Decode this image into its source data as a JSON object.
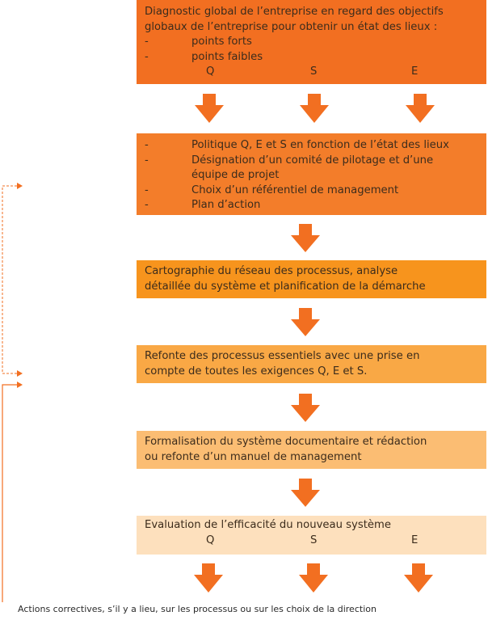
{
  "box1": {
    "lines": [
      "Diagnostic global de l’entreprise en regard des objectifs",
      "globaux de l’entreprise pour obtenir un état des lieux :"
    ],
    "bullets": [
      "points forts",
      "points faibles"
    ],
    "dash": "-",
    "letters": [
      "Q",
      "S",
      "E"
    ]
  },
  "box2": {
    "dash": "-",
    "bullets": [
      [
        "Politique Q, E et S en fonction de l’état des lieux"
      ],
      [
        "Désignation d’un comité de pilotage et d’une",
        "équipe de projet"
      ],
      [
        "Choix d’un référentiel de management"
      ],
      [
        "Plan d’action"
      ]
    ]
  },
  "box3": {
    "lines": [
      "Cartographie du réseau des processus, analyse",
      "détaillée du système et planification de la démarche"
    ]
  },
  "box4": {
    "lines": [
      "Refonte des processus essentiels avec une prise en",
      "compte de toutes les exigences Q, E et S."
    ]
  },
  "box5": {
    "lines": [
      "Formalisation du système documentaire et rédaction",
      "ou refonte d’un manuel de management"
    ]
  },
  "box6": {
    "lines": [
      "Evaluation de l’efficacité du nouveau système"
    ],
    "letters": [
      "Q",
      "S",
      "E"
    ]
  },
  "caption": "Actions correctives, s’il y a lieu, sur les processus ou sur les choix de la direction",
  "colors": {
    "box1": "#f26f21",
    "box2": "#f37d2a",
    "box3": "#f7941d",
    "box4": "#f9a845",
    "box5": "#fbbd73",
    "box6": "#fde0bd",
    "arrow": "#f26f21",
    "feedback": "#f26f21"
  }
}
